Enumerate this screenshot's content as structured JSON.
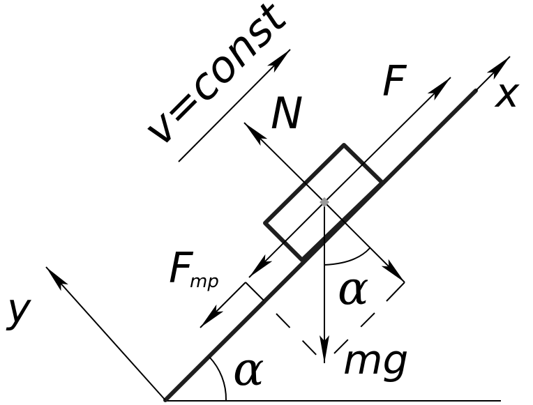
{
  "diagram": {
    "title": "Block on inclined plane at constant velocity",
    "labels": {
      "velocity": "v=const",
      "normal_force": "N",
      "applied_force": "F",
      "x_axis": "x",
      "y_axis": "y",
      "friction_main": "F",
      "friction_sub": "mp",
      "gravity": "mg",
      "angle_incline": "α",
      "angle_gravity": "α"
    },
    "colors": {
      "ink": "#000000",
      "surface": "#1e1e1e",
      "center_marker": "#9a9a9a"
    }
  }
}
